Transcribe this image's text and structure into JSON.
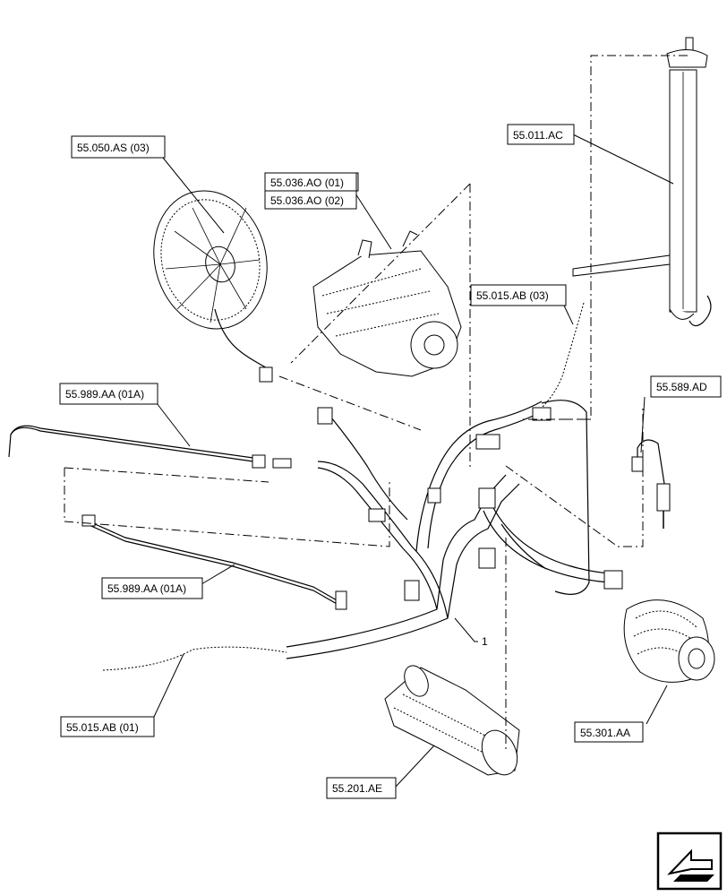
{
  "labels": {
    "fan": "55.050.AS (03)",
    "compressor_1": "55.036.AO (01)",
    "compressor_2": "55.036.AO (02)",
    "fuel_sender": "55.011.AC",
    "harness_branch_03": "55.015.AB (03)",
    "temp_sensor": "55.589.AD",
    "sensor_upper": "55.989.AA (01A)",
    "sensor_lower": "55.989.AA (01A)",
    "harness_branch_01": "55.015.AB (01)",
    "alternator": "55.301.AA",
    "starter": "55.201.AE",
    "item_number": "1"
  },
  "nav_icon": "next-page-arrow-icon"
}
